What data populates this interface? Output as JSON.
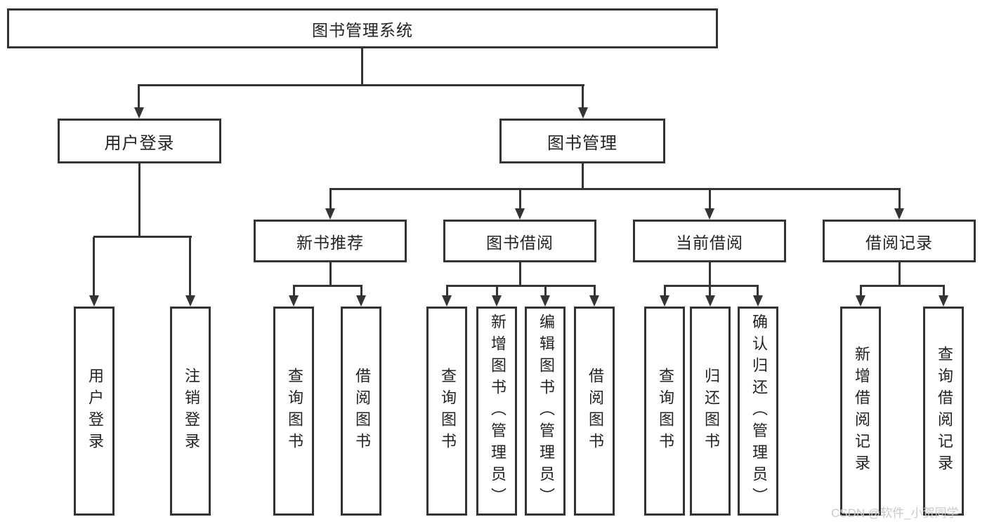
{
  "root": {
    "label": "图书管理系统"
  },
  "branches": [
    {
      "label": "用户登录",
      "children": [
        {
          "label": "用户登录"
        },
        {
          "label": "注销登录"
        }
      ]
    },
    {
      "label": "图书管理",
      "children": [
        {
          "label": "新书推荐",
          "children": [
            {
              "label": "查询图书"
            },
            {
              "label": "借阅图书"
            }
          ]
        },
        {
          "label": "图书借阅",
          "children": [
            {
              "label": "查询图书"
            },
            {
              "label": "新增图书（管理员）"
            },
            {
              "label": "编辑图书（管理员）"
            },
            {
              "label": "借阅图书"
            }
          ]
        },
        {
          "label": "当前借阅",
          "children": [
            {
              "label": "查询图书"
            },
            {
              "label": "归还图书"
            },
            {
              "label": "确认归还（管理员）"
            }
          ]
        },
        {
          "label": "借阅记录",
          "children": [
            {
              "label": "新增借阅记录"
            },
            {
              "label": "查询借阅记录"
            }
          ]
        }
      ]
    }
  ],
  "watermark": "CSDN @软件_小贺同学",
  "colors": {
    "line": "#343434",
    "text": "#232323",
    "watermark": "#c9c9c9",
    "background": "#ffffff"
  }
}
